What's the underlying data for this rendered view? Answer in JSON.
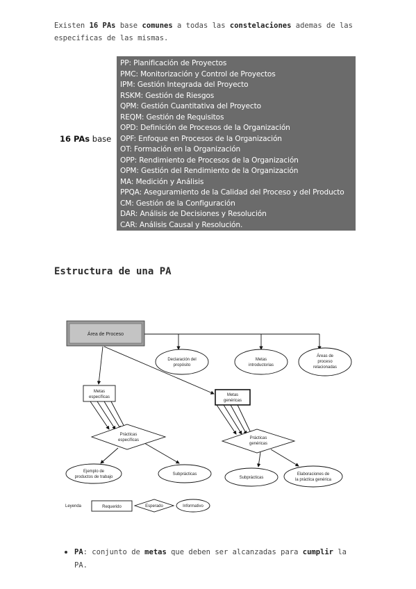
{
  "intro": {
    "p1": "Existen ",
    "b1": "16 PAs",
    "p2": " base ",
    "b2": "comunes",
    "p3": " a todas las ",
    "b3": "constelaciones",
    "p4": " ademas de las especificas de las mismas."
  },
  "pa_table": {
    "label_bold": "16 PAs",
    "label_rest": " base",
    "rows": [
      "PP: Planificación de Proyectos",
      "PMC: Monitorización y Control de Proyectos",
      "IPM: Gestión Integrada del Proyecto",
      "RSKM: Gestión de Riesgos",
      "QPM: Gestión Cuantitativa del Proyecto",
      "REQM: Gestión de Requisitos",
      "OPD: Definición de Procesos de la Organización",
      "OPF: Enfoque en Procesos de la Organización",
      "OT: Formación en la Organización",
      "OPP: Rendimiento de Procesos de la Organización",
      "OPM: Gestión del Rendimiento de la Organización",
      "MA: Medición y Análisis",
      "PPQA: Aseguramiento de la Calidad del Proceso y del Producto",
      "CM: Gestión de la Configuración",
      "DAR: Análisis de Decisiones y Resolución",
      "CAR: Análisis Causal y Resolución."
    ],
    "box_color": "#6b6b6b"
  },
  "heading": "Estructura de una PA",
  "diagram": {
    "area": "Área de Proceso",
    "declaracion": [
      "Declaración del",
      "propósito"
    ],
    "metas_intro": [
      "Metas",
      "introductorias"
    ],
    "areas_rel": [
      "Áreas de",
      "proceso",
      "relacionadas"
    ],
    "metas_esp": [
      "Metas",
      "específicas"
    ],
    "metas_gen": [
      "Metas",
      "genéricas"
    ],
    "practicas_esp": [
      "Prácticas",
      "específicas"
    ],
    "practicas_gen": [
      "Prácticas",
      "genéricas"
    ],
    "ejemplo": [
      "Ejemplo de",
      "productos de trabajo"
    ],
    "subpracticas_1": "Subprácticas",
    "subpracticas_2": "Subprácticas",
    "elaboraciones": [
      "Elaboraciones de",
      "la práctica genérica"
    ],
    "leyenda": "Leyenda",
    "requerido": "Requerido",
    "esperado": "Esperado",
    "informativo": "Informativo"
  },
  "bullet": {
    "b1": "PA",
    "p1": ": conjunto de ",
    "b2": "metas",
    "p2": " que deben ser alcanzadas para ",
    "b3": "cumplir",
    "p3": " la PA."
  }
}
